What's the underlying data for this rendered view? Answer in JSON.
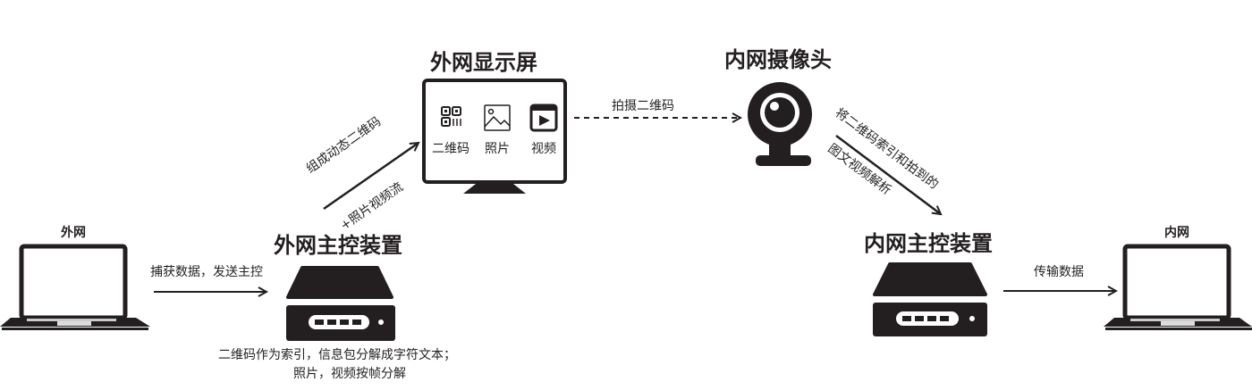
{
  "left_laptop": {
    "label": "外网"
  },
  "right_laptop": {
    "label": "内网"
  },
  "arrow_capture": {
    "label": "捕获数据，发送主控"
  },
  "left_device": {
    "title": "外网主控装置",
    "caption_line1": "二维码作为索引，信息包分解成字符文本；",
    "caption_line2": "照片，视频按帧分解"
  },
  "arrow_compose": {
    "line1": "组成动态二维码",
    "line2": "+照片视频流"
  },
  "display": {
    "title": "外网显示屏",
    "items": [
      {
        "icon": "qr-code-icon",
        "label": "二维码"
      },
      {
        "icon": "image-icon",
        "label": "照片"
      },
      {
        "icon": "video-icon",
        "label": "视频"
      }
    ]
  },
  "arrow_shoot": {
    "label": "拍摄二维码"
  },
  "camera": {
    "title": "内网摄像头"
  },
  "arrow_parse": {
    "line1": "将二维码索引和拍到的",
    "line2": "图文视频解析"
  },
  "right_device": {
    "title": "内网主控装置"
  },
  "arrow_transfer": {
    "label": "传输数据"
  },
  "colors": {
    "ink": "#231f20",
    "background": "#ffffff"
  }
}
